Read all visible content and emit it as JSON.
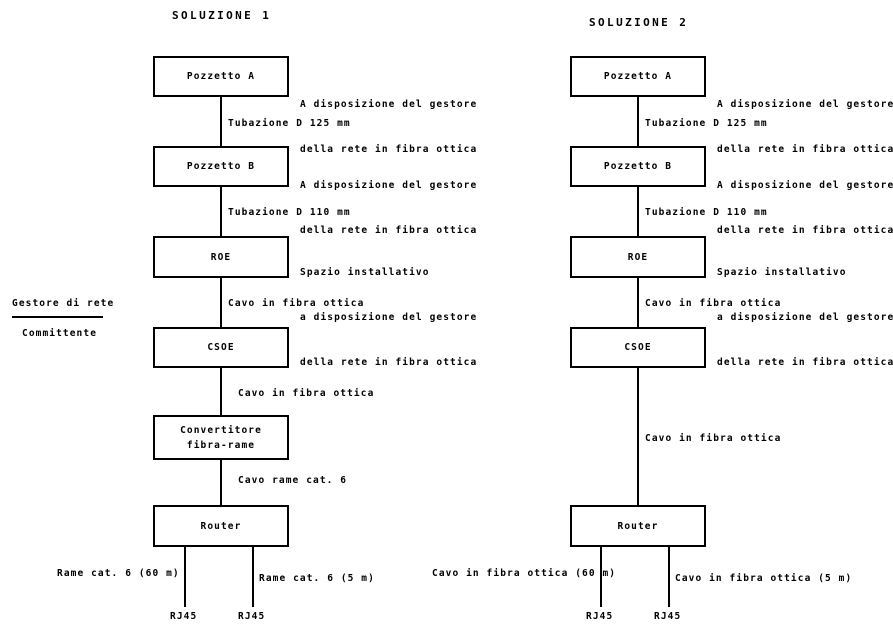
{
  "diagram": {
    "legend": {
      "top_label": "Gestore di rete",
      "bottom_label": "Committente"
    },
    "columns": [
      {
        "id": "soluzione-1",
        "title": "SOLUZIONE 1",
        "nodes": [
          {
            "id": "pozzetto-a",
            "lines": [
              "Pozzetto A"
            ],
            "note": [
              "A disposizione del gestore",
              "della rete in fibra ottica"
            ]
          },
          {
            "id": "pozzetto-b",
            "lines": [
              "Pozzetto B"
            ],
            "note": [
              "A disposizione del gestore",
              "della rete in fibra ottica"
            ]
          },
          {
            "id": "roe",
            "lines": [
              "ROE"
            ],
            "note": [
              "Spazio installativo",
              "a disposizione del gestore",
              "della rete in fibra ottica"
            ]
          },
          {
            "id": "csoe",
            "lines": [
              "CSOE"
            ],
            "note": []
          },
          {
            "id": "convertitore",
            "lines": [
              "Convertitore",
              "fibra-rame"
            ],
            "note": []
          },
          {
            "id": "router",
            "lines": [
              "Router"
            ],
            "note": []
          }
        ],
        "links": [
          {
            "id": "link-1",
            "label": "Tubazione D 125 mm"
          },
          {
            "id": "link-2",
            "label": "Tubazione D 110 mm"
          },
          {
            "id": "link-3",
            "label": "Cavo in fibra ottica"
          },
          {
            "id": "link-4",
            "label": "Cavo in fibra ottica"
          },
          {
            "id": "link-5",
            "label": "Cavo rame cat. 6"
          }
        ],
        "outputs": [
          {
            "id": "out-left",
            "cable": "Rame cat. 6 (60 m)",
            "connector": "RJ45"
          },
          {
            "id": "out-right",
            "cable": "Rame cat. 6 (5 m)",
            "connector": "RJ45"
          }
        ]
      },
      {
        "id": "soluzione-2",
        "title": "SOLUZIONE 2",
        "nodes": [
          {
            "id": "pozzetto-a",
            "lines": [
              "Pozzetto A"
            ],
            "note": [
              "A disposizione del gestore",
              "della rete in fibra ottica"
            ]
          },
          {
            "id": "pozzetto-b",
            "lines": [
              "Pozzetto B"
            ],
            "note": [
              "A disposizione del gestore",
              "della rete in fibra ottica"
            ]
          },
          {
            "id": "roe",
            "lines": [
              "ROE"
            ],
            "note": [
              "Spazio installativo",
              "a disposizione del gestore",
              "della rete in fibra ottica"
            ]
          },
          {
            "id": "csoe",
            "lines": [
              "CSOE"
            ],
            "note": []
          },
          {
            "id": "router",
            "lines": [
              "Router"
            ],
            "note": []
          }
        ],
        "links": [
          {
            "id": "link-1",
            "label": "Tubazione D 125 mm"
          },
          {
            "id": "link-2",
            "label": "Tubazione D 110 mm"
          },
          {
            "id": "link-3",
            "label": "Cavo in fibra ottica"
          },
          {
            "id": "link-4",
            "label": "Cavo in fibra ottica"
          }
        ],
        "outputs": [
          {
            "id": "out-left",
            "cable": "Cavo in fibra ottica (60 m)",
            "connector": "RJ45"
          },
          {
            "id": "out-right",
            "cable": "Cavo in fibra ottica (5 m)",
            "connector": "RJ45"
          }
        ]
      }
    ],
    "colors": {
      "stroke": "#000000",
      "background": "#ffffff",
      "text": "#000000"
    }
  }
}
